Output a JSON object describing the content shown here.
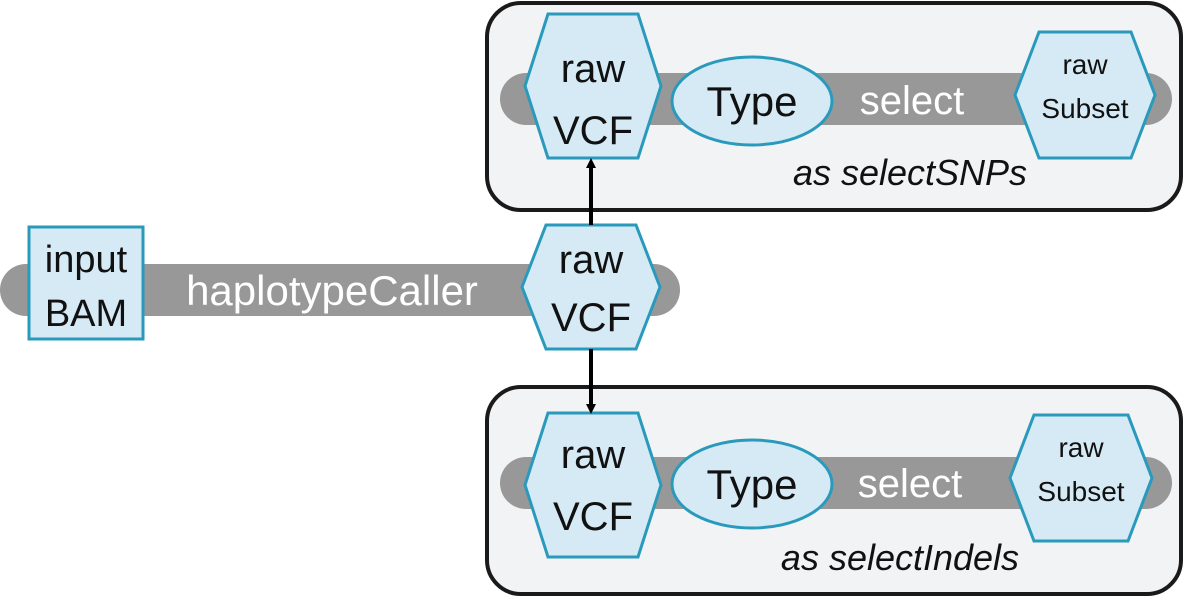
{
  "colors": {
    "bar": "#989898",
    "box_fill": "#f2f3f5",
    "box_stroke": "#1a1a1a",
    "node_fill": "#d6eaf6",
    "node_stroke": "#2a9abc",
    "bar_text": "#ffffff",
    "node_text": "#111111",
    "arrow": "#000000"
  },
  "main": {
    "input": {
      "line1": "input",
      "line2": "BAM"
    },
    "task": "haplotypeCaller",
    "output": {
      "line1": "raw",
      "line2": "VCF"
    }
  },
  "calls": [
    {
      "input": {
        "line1": "raw",
        "line2": "VCF"
      },
      "param": "Type",
      "task": "select",
      "output": {
        "line1": "raw",
        "line2": "Subset"
      },
      "alias": "as selectSNPs"
    },
    {
      "input": {
        "line1": "raw",
        "line2": "VCF"
      },
      "param": "Type",
      "task": "select",
      "output": {
        "line1": "raw",
        "line2": "Subset"
      },
      "alias": "as selectIndels"
    }
  ],
  "icons": {
    "arrow_up": "arrow-up-icon",
    "arrow_down": "arrow-down-icon"
  }
}
